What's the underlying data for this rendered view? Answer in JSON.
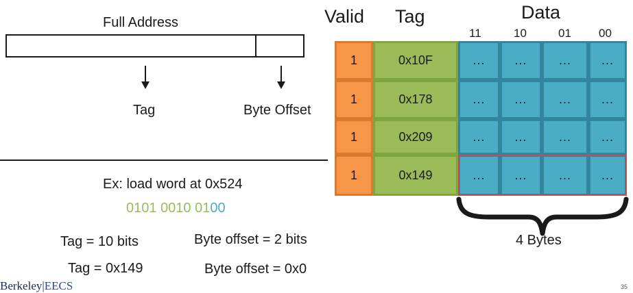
{
  "address": {
    "title": "Full Address",
    "tag_label": "Tag",
    "offset_label": "Byte Offset"
  },
  "headers": {
    "valid": "Valid",
    "tag": "Tag",
    "data": "Data"
  },
  "data_columns": [
    "11",
    "10",
    "01",
    "00"
  ],
  "rows": [
    {
      "valid": "1",
      "tag": "0x10F",
      "data": [
        "...",
        "...",
        "...",
        "..."
      ]
    },
    {
      "valid": "1",
      "tag": "0x178",
      "data": [
        "...",
        "...",
        "...",
        "..."
      ]
    },
    {
      "valid": "1",
      "tag": "0x209",
      "data": [
        "...",
        "...",
        "...",
        "..."
      ]
    },
    {
      "valid": "1",
      "tag": "0x149",
      "data": [
        "...",
        "...",
        "...",
        "..."
      ]
    }
  ],
  "bytes_label": "4 Bytes",
  "example": {
    "title": "Ex: load word at 0x524",
    "binary_tag": "0101 0010 01",
    "binary_offset": "00",
    "tag_bits": "Tag = 10 bits",
    "offset_bits": "Byte offset = 2 bits",
    "tag_value": "Tag = 0x149",
    "offset_value": "Byte offset = 0x0"
  },
  "colors": {
    "valid": "#f79646",
    "tag": "#9bbb59",
    "data": "#4bacc6",
    "highlight": "#c0504d"
  },
  "footer": {
    "logo_part1": "Berkeley",
    "logo_part2": "EECS",
    "page_number": "35"
  }
}
